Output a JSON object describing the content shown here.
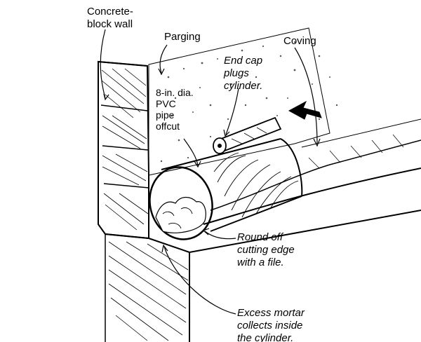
{
  "labels": {
    "wall": [
      "Concrete-",
      "block wall"
    ],
    "parging": "Parging",
    "coving": "Coving",
    "end_cap": [
      "End cap",
      "plugs",
      "cylinder."
    ],
    "pvc": [
      "8-in. dia.",
      "PVC",
      "pipe",
      "offcut"
    ],
    "round_off": [
      "Round off",
      "cutting edge",
      "with a file."
    ],
    "excess": [
      "Excess mortar",
      "collects inside",
      "the cylinder."
    ]
  },
  "colors": {
    "ink": "#000000",
    "paper": "#ffffff",
    "stipple": "#555555"
  }
}
